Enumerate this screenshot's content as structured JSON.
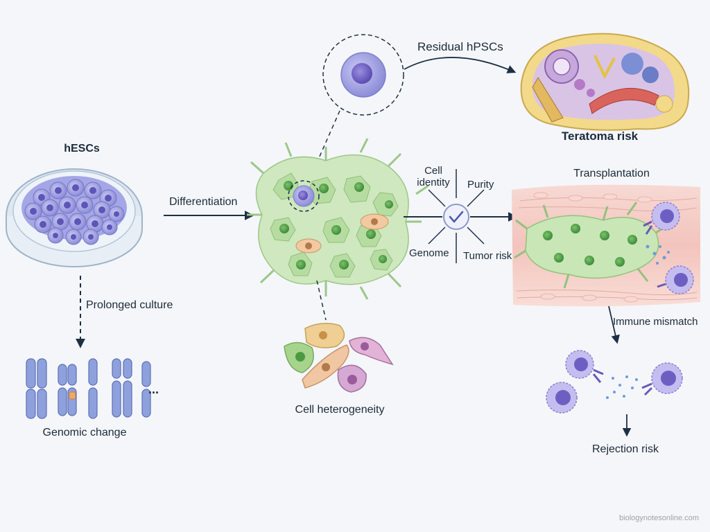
{
  "labels": {
    "hescs": "hESCs",
    "differentiation": "Differentiation",
    "prolonged_culture": "Prolonged culture",
    "genomic_change": "Genomic change",
    "ellipsis": "...",
    "residual": "Residual hPSCs",
    "teratoma": "Teratoma risk",
    "cell_identity": "Cell identity",
    "purity": "Purity",
    "genome": "Genome",
    "tumor_risk": "Tumor risk",
    "transplantation": "Transplantation",
    "cell_heterogeneity": "Cell heterogeneity",
    "immune_mismatch": "Immune mismatch",
    "rejection_risk": "Rejection risk",
    "watermark": "biologynotesonline.com"
  },
  "colors": {
    "stem_cell": "#8f90da",
    "differentiated_cell": "#a9d38f",
    "immune_cell": "#8b7fd0",
    "arrow": "#1e2f44",
    "tissue": "#f3c7c2"
  },
  "icons": [
    "petri-dish-icon",
    "chromosome-icon",
    "checkmark-icon",
    "immune-cell-icon",
    "teratoma-icon"
  ]
}
